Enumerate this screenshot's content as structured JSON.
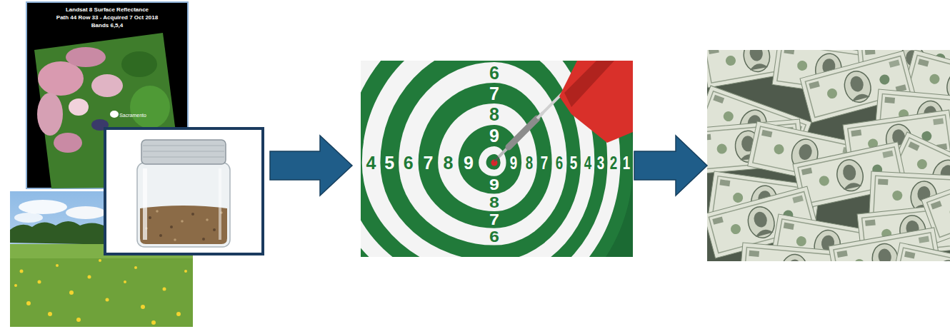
{
  "diagram": {
    "labels": [
      "Landsat 8 Surface Reflectance",
      "Path 44 Row 33 - Acquired 7 Oct 2018",
      "Bands 6,5,4",
      "Sacramento",
      "4",
      "5",
      "6",
      "7",
      "8",
      "9",
      "9",
      "8",
      "7",
      "6",
      "5",
      "4",
      "3",
      "2",
      "1",
      "6",
      "7",
      "8",
      "9",
      "9",
      "8",
      "7",
      "6"
    ]
  }
}
